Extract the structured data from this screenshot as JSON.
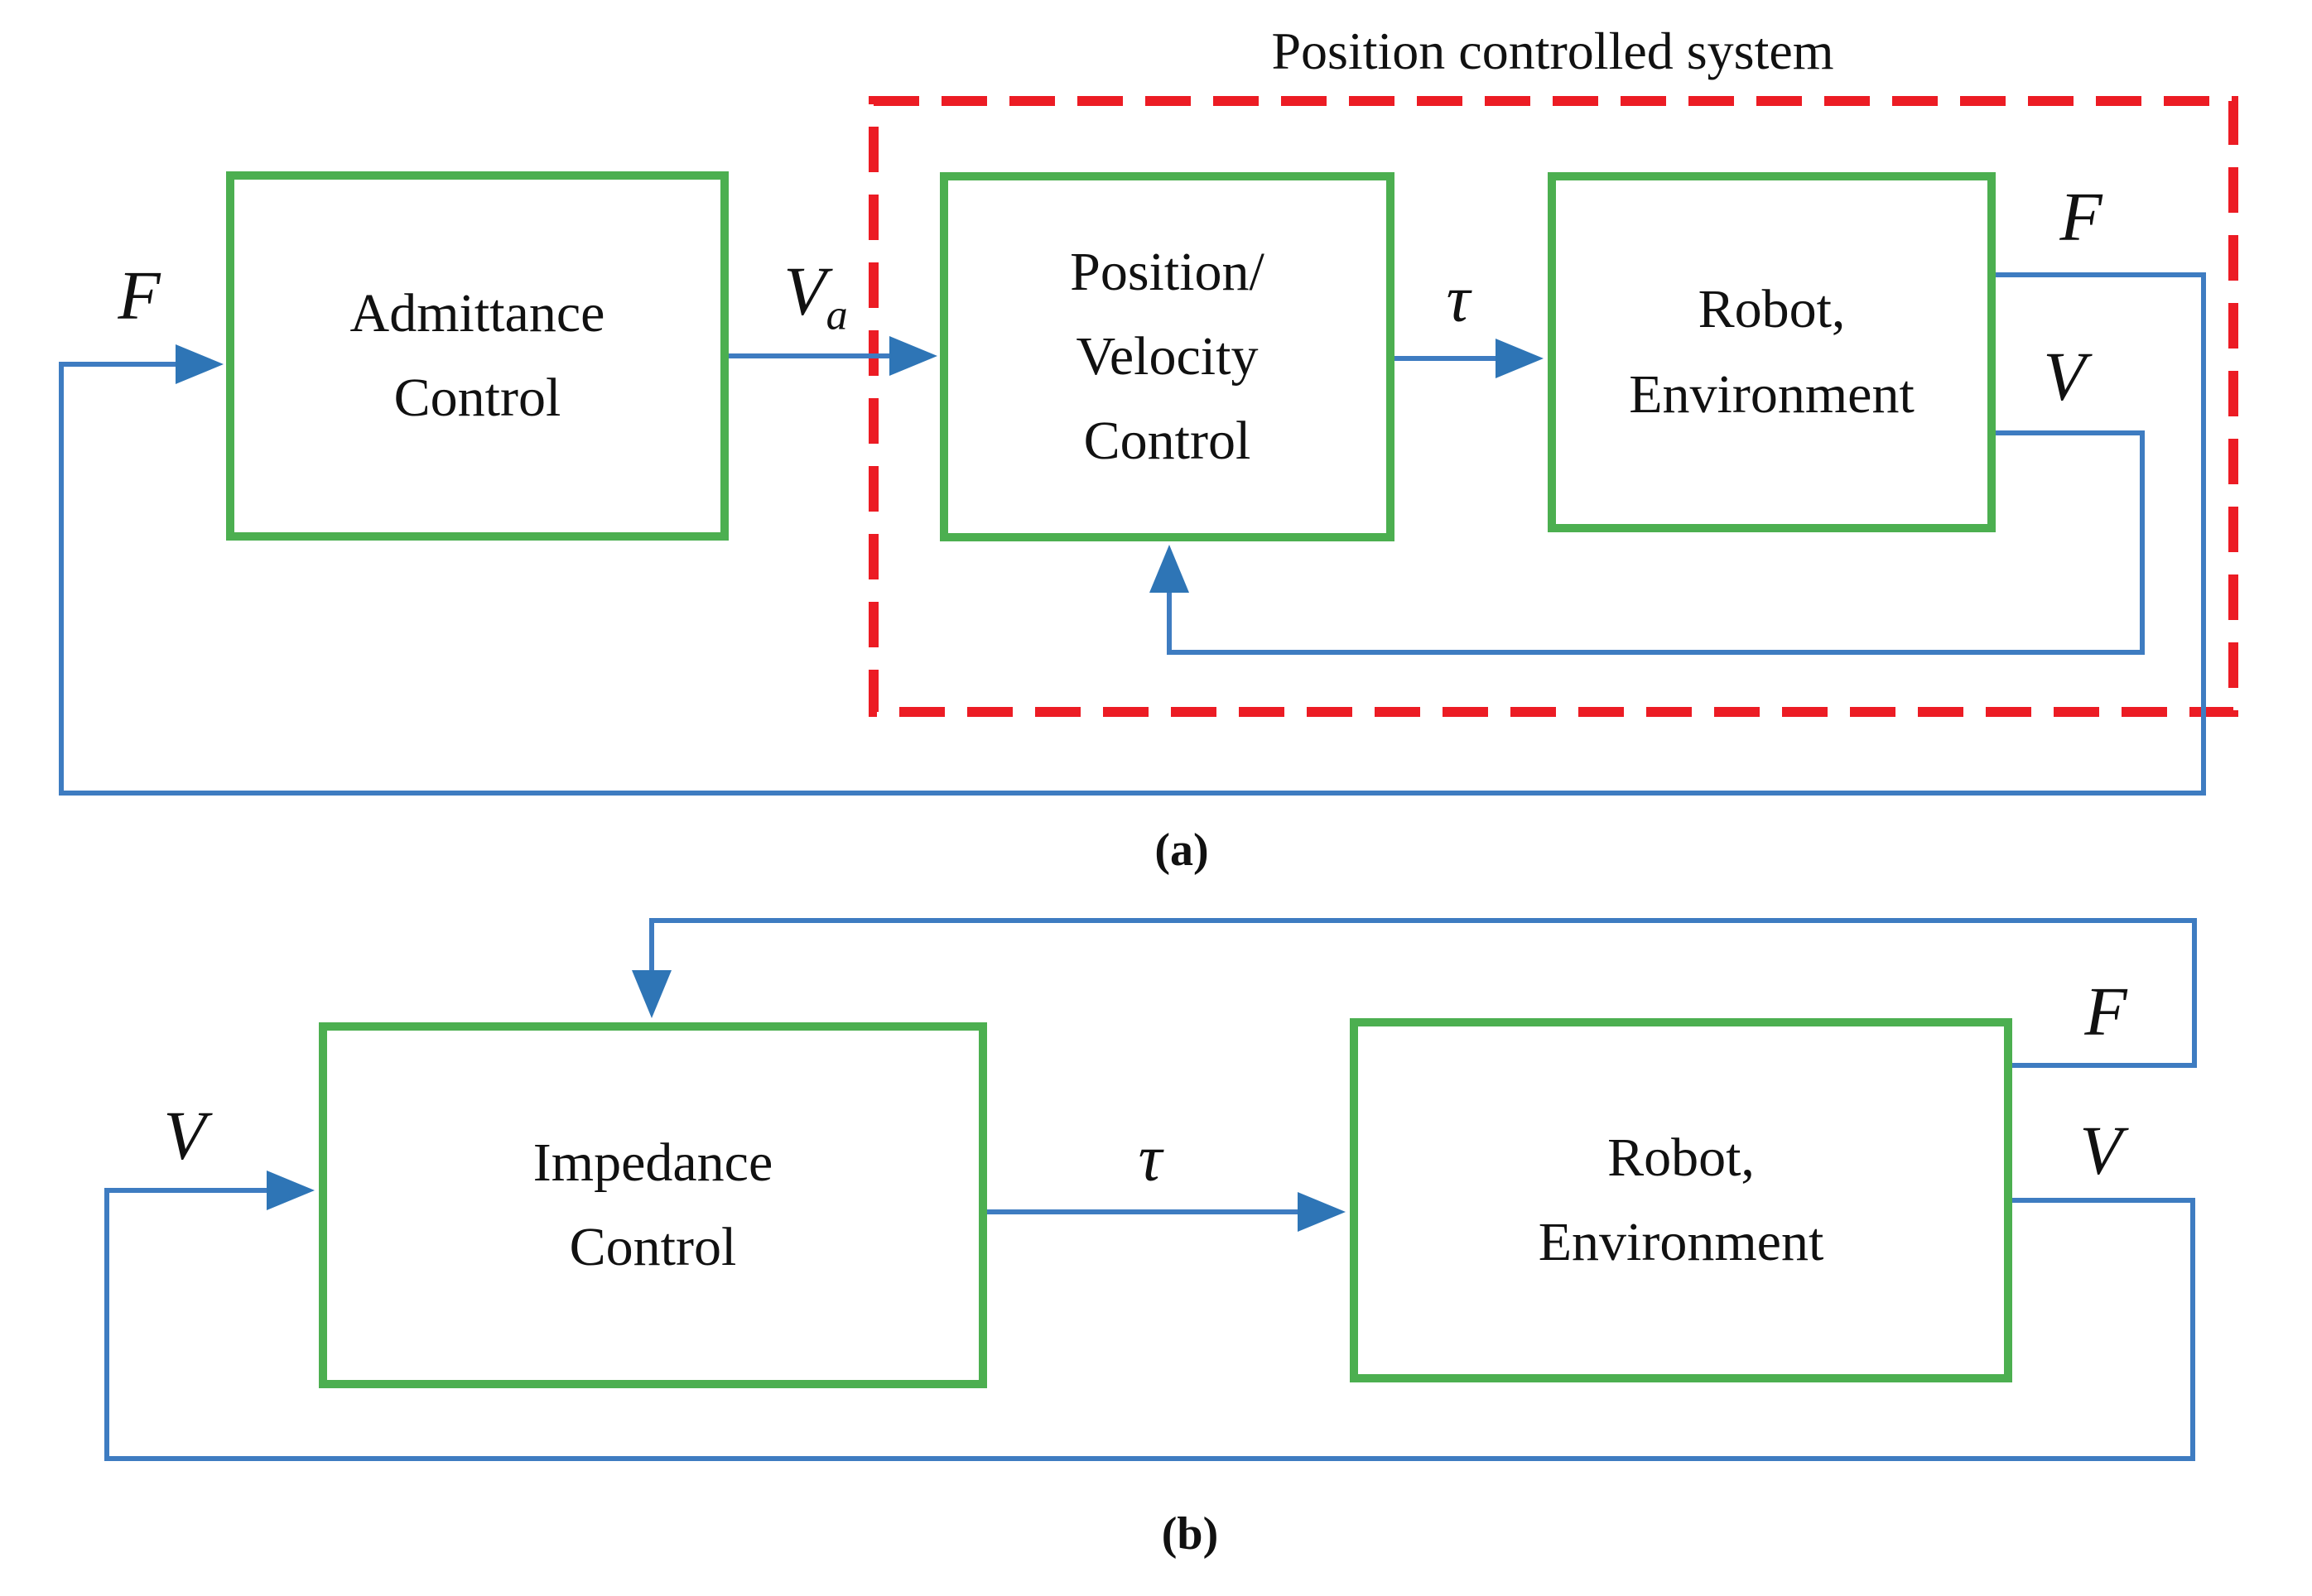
{
  "colors": {
    "box_border": "#4caf50",
    "signal_line": "#3e7cc1",
    "arrowhead": "#2e75b6",
    "dashed_region": "#ec1c24",
    "text": "#111111"
  },
  "panel_a": {
    "region_label": "Position controlled system",
    "caption": "(a)",
    "blocks": {
      "admittance": {
        "lines": [
          "Admittance",
          "Control"
        ]
      },
      "position_velocity": {
        "lines": [
          "Position/",
          "Velocity",
          "Control"
        ]
      },
      "robot_environment": {
        "lines": [
          "Robot,",
          "Environment"
        ]
      }
    },
    "signals": {
      "input_force": "F",
      "admittance_output": "V",
      "admittance_output_sub": "a",
      "torque": "τ",
      "output_force": "F",
      "output_velocity": "V"
    }
  },
  "panel_b": {
    "caption": "(b)",
    "blocks": {
      "impedance": {
        "lines": [
          "Impedance",
          "Control"
        ]
      },
      "robot_environment": {
        "lines": [
          "Robot,",
          "Environment"
        ]
      }
    },
    "signals": {
      "input_velocity": "V",
      "torque": "τ",
      "output_force": "F",
      "output_velocity": "V"
    }
  }
}
